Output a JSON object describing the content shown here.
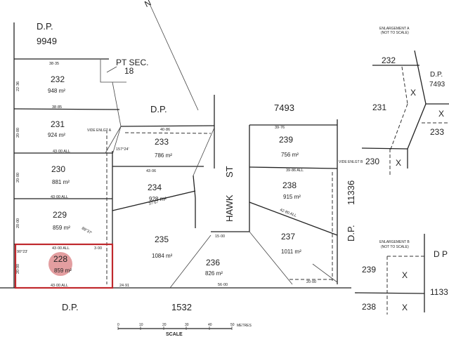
{
  "plan": {
    "north_label": "N",
    "dp_9949": {
      "prefix": "D.P.",
      "number": "9949"
    },
    "dp_7493": {
      "prefix": "D.P.",
      "number": "7493"
    },
    "dp_1532": {
      "prefix": "D.P.",
      "number": "1532"
    },
    "dp_11336": {
      "prefix": "D.P.",
      "number": "11336"
    },
    "pt_sec": {
      "label": "PT SEC.",
      "number": "18"
    },
    "street": {
      "name": "HAWK",
      "suffix": "ST"
    },
    "vide_a": "VIDE ENLGT A",
    "vide_b": "VIDE ENLGT B",
    "lots": [
      {
        "number": "232",
        "area": "948 m²"
      },
      {
        "number": "231",
        "area": "924 m²"
      },
      {
        "number": "230",
        "area": "881 m²"
      },
      {
        "number": "229",
        "area": "859 m²"
      },
      {
        "number": "228",
        "area": "859 m²"
      },
      {
        "number": "233",
        "area": "786 m²"
      },
      {
        "number": "234",
        "area": "928 m²"
      },
      {
        "number": "235",
        "area": "1084 m²"
      },
      {
        "number": "236",
        "area": "826 m²"
      },
      {
        "number": "237",
        "area": "1011 m²"
      },
      {
        "number": "238",
        "area": "915 m²"
      },
      {
        "number": "239",
        "area": "756 m²"
      }
    ],
    "dims": {
      "d232_top": "38·35",
      "d231_top": "38·85",
      "d230_top": "43·00 ALL",
      "d229_top": "43·00 ALL",
      "d228_top": "43·00 ALL",
      "d228_bot": "43·00 ALL",
      "d_left_232": "22·36",
      "d_left_231": "20·00",
      "d_left_230": "20·00",
      "d_left_229": "20·00",
      "d_left_228": "20·00",
      "d233_top": "40·86",
      "d234_top": "43·06",
      "d235_mid": "37·67",
      "d235_bot": "24·91",
      "d236_top": "15·00",
      "d236_bot": "56·00",
      "d239_top": "39·76",
      "d238_top": "39·86 ALL",
      "d237_top": "42·80 ALL",
      "d237_bot": "20·00",
      "d_3_00": "3·00",
      "ang_90": "90°23'",
      "ang_89": "89°37'",
      "ang_157": "157°24'"
    },
    "highlight": {
      "lot": "228",
      "color": "#c0282d"
    }
  },
  "scale": {
    "ticks": [
      "0",
      "10",
      "20",
      "30",
      "40",
      "50"
    ],
    "unit": "METRES",
    "label": "SCALE"
  },
  "enlargement_a": {
    "title": "ENLARGEMENT A",
    "note": "(NOT TO SCALE)",
    "lots": [
      "232",
      "231",
      "233",
      "230"
    ],
    "dp_prefix": "D.P.",
    "dp_number": "7493",
    "mark": "X"
  },
  "enlargement_b": {
    "title": "ENLARGEMENT B",
    "note": "(NOT TO SCALE)",
    "lots": [
      "239",
      "238"
    ],
    "dp_prefix": "D P",
    "dp_number": "1133",
    "mark": "X"
  }
}
